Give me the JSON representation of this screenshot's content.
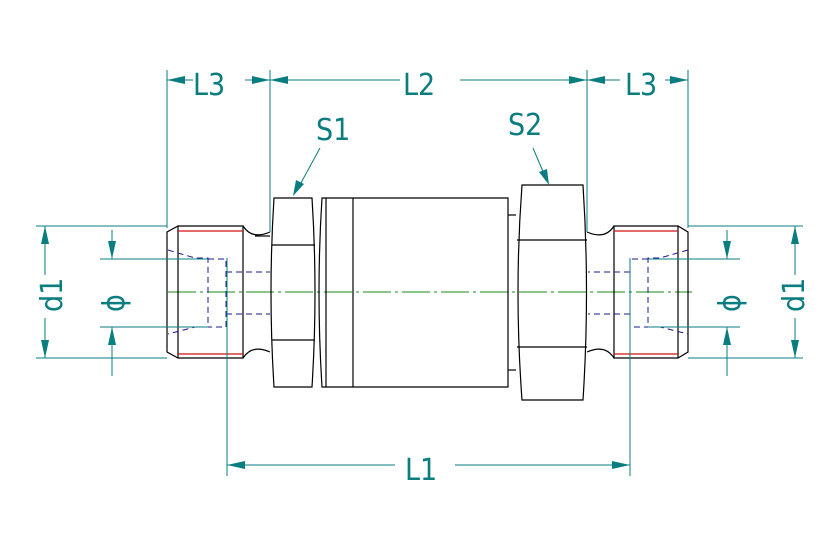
{
  "drawing": {
    "labels": {
      "l3_left": "L3",
      "l2": "L2",
      "l3_right": "L3",
      "l1": "L1",
      "s1": "S1",
      "s2": "S2",
      "d1_left": "d1",
      "phi_left": "ϕ",
      "phi_right": "ϕ",
      "d1_right": "d1"
    },
    "colors": {
      "dimension": "#0a7d80",
      "outline": "#000000",
      "hidden": "#1a1a8c",
      "thread": "#d01010",
      "centerline": "#1a8a1a"
    }
  }
}
